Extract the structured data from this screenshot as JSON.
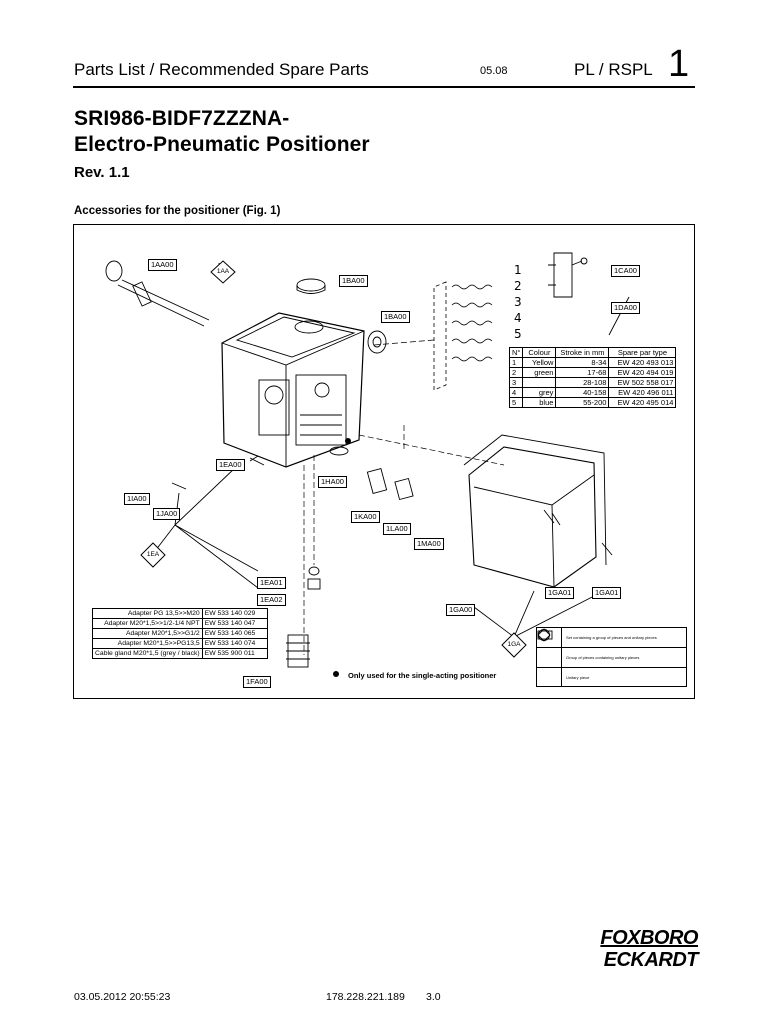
{
  "header": {
    "section": "Parts List / Recommended Spare Parts",
    "date": "05.08",
    "doc_code": "PL / RSPL",
    "page_number": "1"
  },
  "document": {
    "title_line1": "SRI986-BIDF7ZZZNA-",
    "title_line2": "Electro-Pneumatic Positioner",
    "revision": "Rev. 1.1",
    "subtitle": "Accessories for the positioner (Fig. 1)"
  },
  "figure": {
    "part_labels": {
      "aa00": "1AA00",
      "ba00_top": "1BA00",
      "ba00": "1BA00",
      "ca00": "1CA00",
      "da00": "1DA00",
      "ea00": "1EA00",
      "ia00": "1IA00",
      "ja00": "1JA00",
      "ha00": "1HA00",
      "ka00": "1KA00",
      "la00": "1LA00",
      "ma00": "1MA00",
      "ea01": "1EA01",
      "ea02": "1EA02",
      "ga00": "1GA00",
      "ga01a": "1GA01",
      "ga01b": "1GA01",
      "fa00": "1FA00"
    },
    "diamonds": {
      "aa": "1AA",
      "ea": "1EA",
      "ga": "1GA"
    },
    "spring_numbers": [
      "1",
      "2",
      "3",
      "4",
      "5"
    ],
    "spring_table": {
      "headers": [
        "N°",
        "Colour",
        "Stroke in mm",
        "Spare par type"
      ],
      "rows": [
        [
          "1",
          "Yellow",
          "8-34",
          "EW 420 493 013"
        ],
        [
          "2",
          "green",
          "17-68",
          "EW 420 494 019"
        ],
        [
          "3",
          "",
          "28-108",
          "EW 502 558 017"
        ],
        [
          "4",
          "grey",
          "40-158",
          "EW 420 496 011"
        ],
        [
          "5",
          "blue",
          "55-200",
          "EW 420 495 014"
        ]
      ]
    },
    "adapter_table": {
      "rows": [
        [
          "Adapter PG 13,5>>M20",
          "EW 533 140 029"
        ],
        [
          "Adapter M20*1,5>>1/2-1/4 NPT",
          "EW 533 140 047"
        ],
        [
          "Adapter M20*1,5>>G1/2",
          "EW 533 140 065"
        ],
        [
          "Adapter M20*1,5>>PG13,5",
          "EW 533 140 074"
        ],
        [
          "Cable gland M20*1,5 (grey / black)",
          "EW 535 900 011"
        ]
      ]
    },
    "legend": {
      "circle": "Set containing a group of pieces and unitary pieces",
      "diamond": "Group of pieces containing unitary pieces",
      "rect": "Unitary piece"
    },
    "note": "Only used for the single-acting positioner"
  },
  "logo": {
    "line1": "FOXBORO",
    "line2": "ECKARDT"
  },
  "footer": {
    "timestamp": "03.05.2012  20:55:23",
    "ip": "178.228.221.189",
    "version": "3.0"
  }
}
